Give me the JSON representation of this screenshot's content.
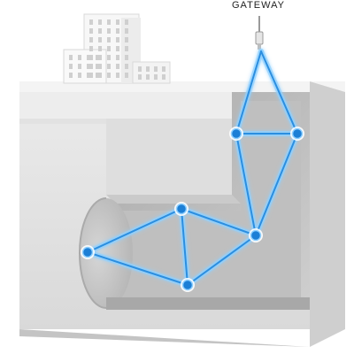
{
  "labels": {
    "gateway": "GATEWAY"
  },
  "colors": {
    "background": "#ffffff",
    "block_front": "#e4e4e4",
    "block_top": "#f3f3f3",
    "block_side": "#d2d2d2",
    "cavity": "#b8b8b8",
    "tunnel": "#c9c9c9",
    "building": "#f6f6f6",
    "link": "#2b8ee0",
    "link_glow": "#8fd0ff",
    "node": "#1c7fd6",
    "label": "#222222"
  },
  "icons": [
    "gateway-antenna-icon",
    "building-icon"
  ],
  "network": {
    "nodes": [
      "gateway",
      "n1",
      "n2",
      "n3",
      "n4",
      "n5",
      "n6"
    ],
    "links": [
      [
        "gateway",
        "n1"
      ],
      [
        "gateway",
        "n2"
      ],
      [
        "n1",
        "n2"
      ],
      [
        "n1",
        "n3"
      ],
      [
        "n2",
        "n3"
      ],
      [
        "n3",
        "n4"
      ],
      [
        "n3",
        "n6"
      ],
      [
        "n4",
        "n5"
      ],
      [
        "n4",
        "n6"
      ],
      [
        "n5",
        "n6"
      ]
    ]
  }
}
